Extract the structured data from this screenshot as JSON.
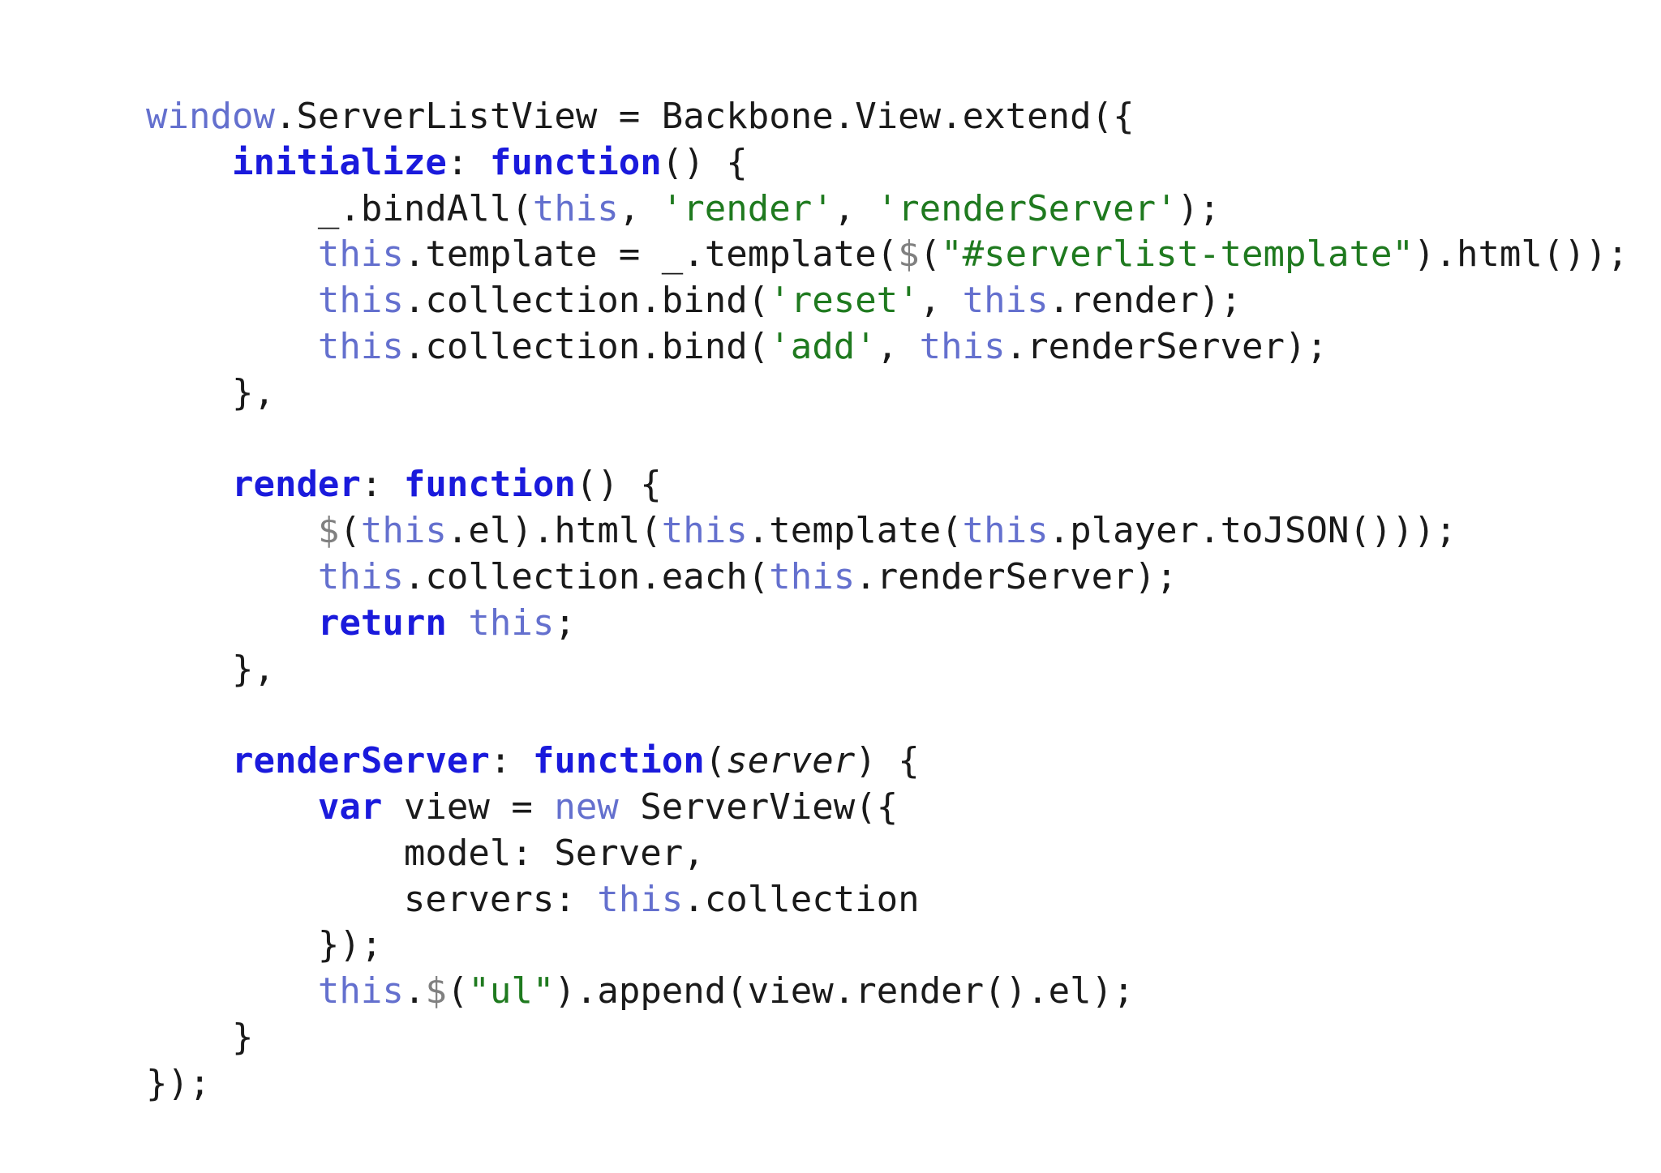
{
  "code": {
    "language": "javascript",
    "colors": {
      "background": "#ffffff",
      "plain": "#1a1a1a",
      "keyword": "#1a1adc",
      "this": "#6470ce",
      "string": "#1f7a1f",
      "dollar": "#808080"
    },
    "lines": [
      [
        {
          "t": "window",
          "k": "window"
        },
        {
          "t": ".ServerListView = Backbone.View.extend({",
          "k": "plain"
        }
      ],
      [
        {
          "t": "    ",
          "k": "plain"
        },
        {
          "t": "initialize",
          "k": "keyword"
        },
        {
          "t": ": ",
          "k": "plain"
        },
        {
          "t": "function",
          "k": "keyword"
        },
        {
          "t": "() {",
          "k": "plain"
        }
      ],
      [
        {
          "t": "        _.bindAll(",
          "k": "plain"
        },
        {
          "t": "this",
          "k": "this"
        },
        {
          "t": ", ",
          "k": "plain"
        },
        {
          "t": "'render'",
          "k": "string"
        },
        {
          "t": ", ",
          "k": "plain"
        },
        {
          "t": "'renderServer'",
          "k": "string"
        },
        {
          "t": ");",
          "k": "plain"
        }
      ],
      [
        {
          "t": "        ",
          "k": "plain"
        },
        {
          "t": "this",
          "k": "this"
        },
        {
          "t": ".template = _.template(",
          "k": "plain"
        },
        {
          "t": "$",
          "k": "dollar"
        },
        {
          "t": "(",
          "k": "plain"
        },
        {
          "t": "\"#serverlist-template\"",
          "k": "string"
        },
        {
          "t": ").html());",
          "k": "plain"
        }
      ],
      [
        {
          "t": "        ",
          "k": "plain"
        },
        {
          "t": "this",
          "k": "this"
        },
        {
          "t": ".collection.bind(",
          "k": "plain"
        },
        {
          "t": "'reset'",
          "k": "string"
        },
        {
          "t": ", ",
          "k": "plain"
        },
        {
          "t": "this",
          "k": "this"
        },
        {
          "t": ".render);",
          "k": "plain"
        }
      ],
      [
        {
          "t": "        ",
          "k": "plain"
        },
        {
          "t": "this",
          "k": "this"
        },
        {
          "t": ".collection.bind(",
          "k": "plain"
        },
        {
          "t": "'add'",
          "k": "string"
        },
        {
          "t": ", ",
          "k": "plain"
        },
        {
          "t": "this",
          "k": "this"
        },
        {
          "t": ".renderServer);",
          "k": "plain"
        }
      ],
      [
        {
          "t": "    },",
          "k": "plain"
        }
      ],
      [],
      [
        {
          "t": "    ",
          "k": "plain"
        },
        {
          "t": "render",
          "k": "keyword"
        },
        {
          "t": ": ",
          "k": "plain"
        },
        {
          "t": "function",
          "k": "keyword"
        },
        {
          "t": "() {",
          "k": "plain"
        }
      ],
      [
        {
          "t": "        ",
          "k": "plain"
        },
        {
          "t": "$",
          "k": "dollar"
        },
        {
          "t": "(",
          "k": "plain"
        },
        {
          "t": "this",
          "k": "this"
        },
        {
          "t": ".el).html(",
          "k": "plain"
        },
        {
          "t": "this",
          "k": "this"
        },
        {
          "t": ".template(",
          "k": "plain"
        },
        {
          "t": "this",
          "k": "this"
        },
        {
          "t": ".player.toJSON()));",
          "k": "plain"
        }
      ],
      [
        {
          "t": "        ",
          "k": "plain"
        },
        {
          "t": "this",
          "k": "this"
        },
        {
          "t": ".collection.each(",
          "k": "plain"
        },
        {
          "t": "this",
          "k": "this"
        },
        {
          "t": ".renderServer);",
          "k": "plain"
        }
      ],
      [
        {
          "t": "        ",
          "k": "plain"
        },
        {
          "t": "return",
          "k": "keyword"
        },
        {
          "t": " ",
          "k": "plain"
        },
        {
          "t": "this",
          "k": "this"
        },
        {
          "t": ";",
          "k": "plain"
        }
      ],
      [
        {
          "t": "    },",
          "k": "plain"
        }
      ],
      [],
      [
        {
          "t": "    ",
          "k": "plain"
        },
        {
          "t": "renderServer",
          "k": "keyword"
        },
        {
          "t": ": ",
          "k": "plain"
        },
        {
          "t": "function",
          "k": "keyword"
        },
        {
          "t": "(",
          "k": "plain"
        },
        {
          "t": "server",
          "k": "param"
        },
        {
          "t": ") {",
          "k": "plain"
        }
      ],
      [
        {
          "t": "        ",
          "k": "plain"
        },
        {
          "t": "var",
          "k": "keyword"
        },
        {
          "t": " view = ",
          "k": "plain"
        },
        {
          "t": "new",
          "k": "new"
        },
        {
          "t": " ServerView({",
          "k": "plain"
        }
      ],
      [
        {
          "t": "            model: Server,",
          "k": "plain"
        }
      ],
      [
        {
          "t": "            servers: ",
          "k": "plain"
        },
        {
          "t": "this",
          "k": "this"
        },
        {
          "t": ".collection",
          "k": "plain"
        }
      ],
      [
        {
          "t": "        });",
          "k": "plain"
        }
      ],
      [
        {
          "t": "        ",
          "k": "plain"
        },
        {
          "t": "this",
          "k": "this"
        },
        {
          "t": ".",
          "k": "plain"
        },
        {
          "t": "$",
          "k": "dollar"
        },
        {
          "t": "(",
          "k": "plain"
        },
        {
          "t": "\"ul\"",
          "k": "string"
        },
        {
          "t": ").append(view.render().el);",
          "k": "plain"
        }
      ],
      [
        {
          "t": "    }",
          "k": "plain"
        }
      ],
      [
        {
          "t": "});",
          "k": "plain"
        }
      ]
    ]
  }
}
